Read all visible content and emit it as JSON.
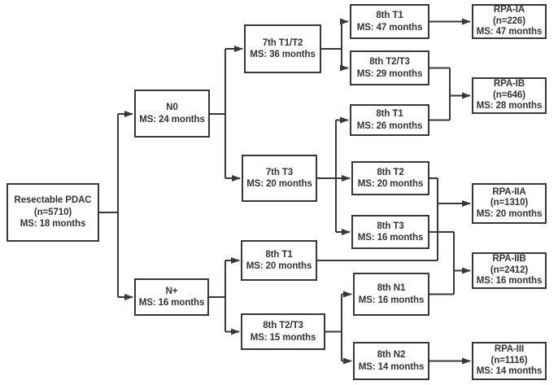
{
  "diagram": {
    "type": "flowchart",
    "colors": {
      "line": "#383838",
      "text": "#333333",
      "background": "#ffffff"
    },
    "nodes": {
      "root": {
        "lines": [
          "Resectable PDAC",
          "(n=5710)",
          "MS: 18 months"
        ]
      },
      "n0": {
        "lines": [
          "N0",
          "MS: 24 months"
        ]
      },
      "n_plus": {
        "lines": [
          "N+",
          "MS: 16 months"
        ]
      },
      "t7_t1t2": {
        "lines": [
          "7th T1/T2",
          "MS: 36 months"
        ]
      },
      "t7_t3": {
        "lines": [
          "7th T3",
          "MS: 20 months"
        ]
      },
      "t8_t1_47": {
        "lines": [
          "8th T1",
          "MS: 47 months"
        ]
      },
      "t8_t2t3_29": {
        "lines": [
          "8th T2/T3",
          "MS: 29 months"
        ]
      },
      "t8_t1_26": {
        "lines": [
          "8th T1",
          "MS: 26 months"
        ]
      },
      "t8_t2_20": {
        "lines": [
          "8th T2",
          "MS: 20 months"
        ]
      },
      "t8_t3_16": {
        "lines": [
          "8th T3",
          "MS: 16 months"
        ]
      },
      "t8_t1_20": {
        "lines": [
          "8th T1",
          "MS: 20 months"
        ]
      },
      "t8_t2t3_15": {
        "lines": [
          "8th T2/T3",
          "MS: 15 months"
        ]
      },
      "t8_n1": {
        "lines": [
          "8th N1",
          "MS: 16 months"
        ]
      },
      "t8_n2": {
        "lines": [
          "8th N2",
          "MS: 14 months"
        ]
      },
      "rpa_ia": {
        "lines": [
          "RPA-IA",
          "(n=226)",
          "MS: 47 months"
        ]
      },
      "rpa_ib": {
        "lines": [
          "RPA-IB",
          "(n=646)",
          "MS: 28 months"
        ]
      },
      "rpa_iia": {
        "lines": [
          "RPA-IIA",
          "(n=1310)",
          "MS: 20 months"
        ]
      },
      "rpa_iib": {
        "lines": [
          "RPA-IIB",
          "(n=2412)",
          "MS: 16 months"
        ]
      },
      "rpa_iii": {
        "lines": [
          "RPA-III",
          "(n=1116)",
          "MS: 14 months"
        ]
      }
    },
    "edges": [
      {
        "from": "root",
        "to": "n0"
      },
      {
        "from": "root",
        "to": "n_plus"
      },
      {
        "from": "n0",
        "to": "t7_t1t2"
      },
      {
        "from": "n0",
        "to": "t7_t3"
      },
      {
        "from": "t7_t1t2",
        "to": "t8_t1_47"
      },
      {
        "from": "t7_t1t2",
        "to": "t8_t2t3_29"
      },
      {
        "from": "t7_t3",
        "to": "t8_t1_26"
      },
      {
        "from": "t7_t3",
        "to": "t8_t2_20"
      },
      {
        "from": "t7_t3",
        "to": "t8_t3_16"
      },
      {
        "from": "n_plus",
        "to": "t8_t1_20"
      },
      {
        "from": "n_plus",
        "to": "t8_t2t3_15"
      },
      {
        "from": "t8_t2t3_15",
        "to": "t8_n1"
      },
      {
        "from": "t8_t2t3_15",
        "to": "t8_n2"
      },
      {
        "from": "t8_t1_47",
        "to": "rpa_ia"
      },
      {
        "from": "t8_t2t3_29",
        "to": "rpa_ib"
      },
      {
        "from": "t8_t1_26",
        "to": "rpa_ib"
      },
      {
        "from": "t8_t2_20",
        "to": "rpa_iia"
      },
      {
        "from": "t8_t1_20",
        "to": "rpa_iia"
      },
      {
        "from": "t8_t3_16",
        "to": "rpa_iib"
      },
      {
        "from": "t8_n1",
        "to": "rpa_iib"
      },
      {
        "from": "t8_n2",
        "to": "rpa_iii"
      }
    ]
  }
}
